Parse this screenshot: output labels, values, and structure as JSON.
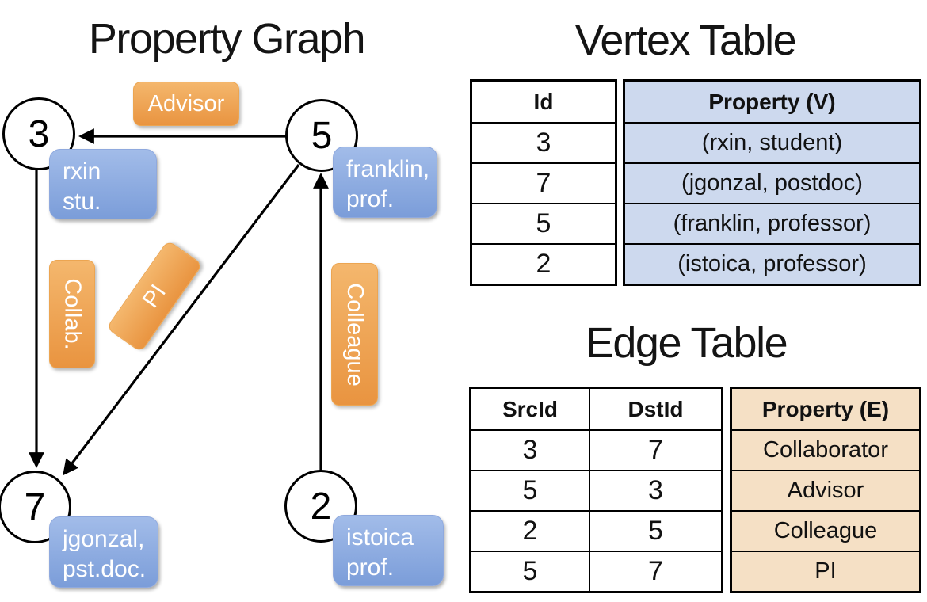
{
  "colors": {
    "orange_label_top": "#f4b76d",
    "orange_label_bottom": "#e99440",
    "blue_box_top": "#a2bce9",
    "blue_box_bottom": "#7b9dd9",
    "vertex_table_fill": "#cdd9ee",
    "edge_table_fill": "#f5e0c5",
    "line_color": "#000000"
  },
  "diagram": {
    "title": "Property Graph",
    "nodes": [
      {
        "id": "3",
        "label_lines": [
          "rxin",
          "stu."
        ]
      },
      {
        "id": "5",
        "label_lines": [
          "franklin,",
          "prof."
        ]
      },
      {
        "id": "7",
        "label_lines": [
          "jgonzal,",
          "pst.doc."
        ]
      },
      {
        "id": "2",
        "label_lines": [
          "istoica",
          "prof."
        ]
      }
    ],
    "edges": [
      {
        "label": "Advisor",
        "from": "5",
        "to": "3"
      },
      {
        "label": "Collab.",
        "from": "3",
        "to": "7"
      },
      {
        "label": "PI",
        "from": "5",
        "to": "7"
      },
      {
        "label": "Colleague",
        "from": "2",
        "to": "5"
      }
    ]
  },
  "vertex_table": {
    "title": "Vertex Table",
    "columns": [
      "Id",
      "Property (V)"
    ],
    "rows": [
      [
        "3",
        "(rxin, student)"
      ],
      [
        "7",
        "(jgonzal, postdoc)"
      ],
      [
        "5",
        "(franklin, professor)"
      ],
      [
        "2",
        "(istoica, professor)"
      ]
    ]
  },
  "edge_table": {
    "title": "Edge Table",
    "columns": [
      "SrcId",
      "DstId",
      "Property (E)"
    ],
    "rows": [
      [
        "3",
        "7",
        "Collaborator"
      ],
      [
        "5",
        "3",
        "Advisor"
      ],
      [
        "2",
        "5",
        "Colleague"
      ],
      [
        "5",
        "7",
        "PI"
      ]
    ]
  }
}
